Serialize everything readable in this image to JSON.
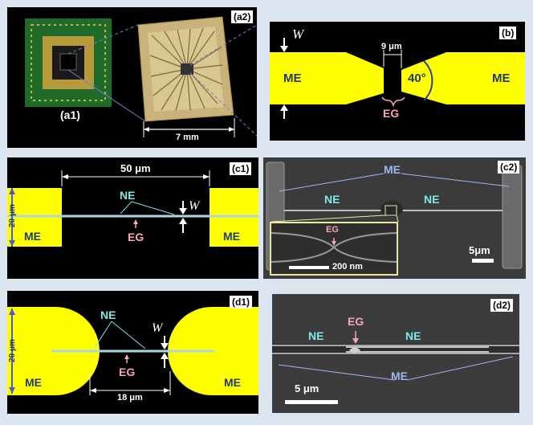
{
  "colors": {
    "background": "#dce6f1",
    "panel": "#000000",
    "electrode": "#ffff00",
    "electrode_text": "#1f3b6b",
    "ne_text": "#7fe8e8",
    "eg_text": "#f4a6b4",
    "sem_me_text": "#9fb7f0",
    "wire": "#a7d8e8"
  },
  "panel_a": {
    "label_a1": "(a1)",
    "label_a2": "(a2)",
    "scale_label": "7 mm"
  },
  "panel_b": {
    "tag": "(b)",
    "width_symbol": "W",
    "gap_dimension": "9 μm",
    "angle": "40°",
    "me_left": "ME",
    "me_right": "ME",
    "eg_label": "EG"
  },
  "panel_c1": {
    "tag": "(c1)",
    "length_dimension": "50 μm",
    "height_dimension": "20 μm",
    "ne_label": "NE",
    "eg_label": "EG",
    "width_symbol": "W",
    "me_left": "ME",
    "me_right": "ME"
  },
  "panel_c2": {
    "tag": "(c2)",
    "me_label": "ME",
    "ne_left": "NE",
    "ne_right": "NE",
    "inset_eg_label": "EG",
    "inset_scale": "200 nm",
    "scale": "5μm"
  },
  "panel_d1": {
    "tag": "(d1)",
    "ne_label": "NE",
    "width_symbol": "W",
    "height_dimension": "20 μm",
    "eg_label": "EG",
    "gap_dimension": "18 μm",
    "me_left": "ME",
    "me_right": "ME"
  },
  "panel_d2": {
    "tag": "(d2)",
    "ne_left": "NE",
    "eg_label": "EG",
    "ne_right": "NE",
    "me_label": "ME",
    "scale": "5 μm"
  }
}
